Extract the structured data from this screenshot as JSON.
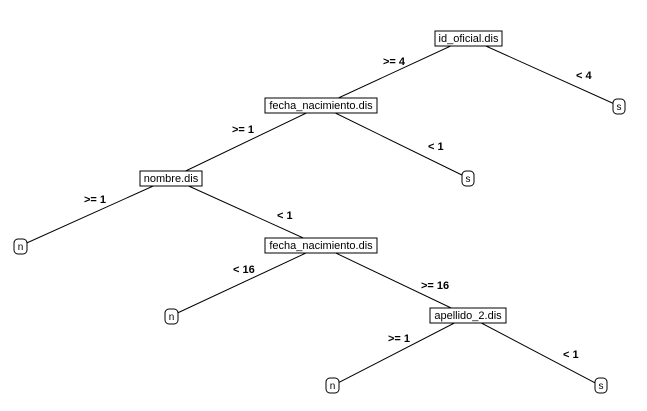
{
  "tree": {
    "nodes": {
      "root": "id_oficial.dis",
      "n_fecha1": "fecha_nacimiento.dis",
      "n_nombre": "nombre.dis",
      "n_fecha2": "fecha_nacimiento.dis",
      "n_apellido": "apellido_2.dis"
    },
    "leaves": {
      "leaf_root_right": "s",
      "leaf_fecha1_right": "s",
      "leaf_nombre_left": "n",
      "leaf_fecha2_left": "n",
      "leaf_apellido_left": "n",
      "leaf_apellido_right": "s"
    },
    "edges": {
      "root_left": ">= 4",
      "root_right": "< 4",
      "fecha1_left": ">= 1",
      "fecha1_right": "< 1",
      "nombre_left": ">= 1",
      "nombre_right": "< 1",
      "fecha2_left": "< 16",
      "fecha2_right": ">= 16",
      "apellido_left": ">= 1",
      "apellido_right": "< 1"
    }
  }
}
